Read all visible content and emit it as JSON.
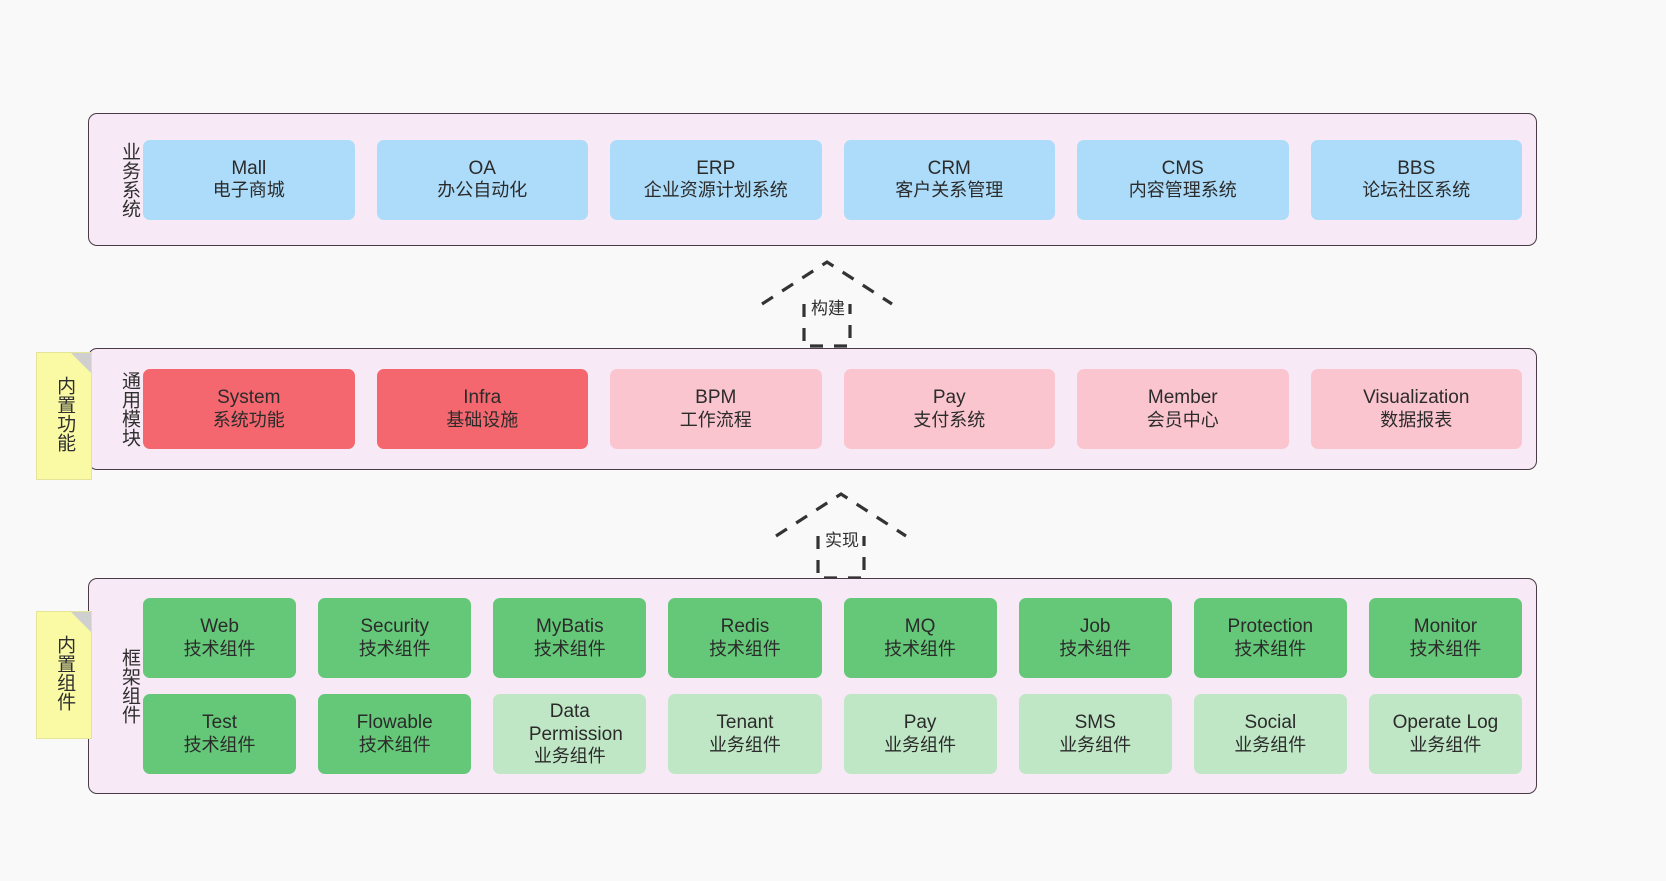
{
  "diagram": {
    "background": "#F9F9F9",
    "layer_bg": "#F7E9F5",
    "layer_border": "#4A3B46",
    "note_bg": "#FAFAA5",
    "colors": {
      "blue": "#ACDCF9",
      "red": "#F4676F",
      "pink": "#FBC5CF",
      "green": "#64C878",
      "light_green": "#BFE7C5"
    }
  },
  "layers": [
    {
      "id": "business-systems",
      "title": "业务系统",
      "note": null,
      "rows": [
        {
          "style": "blue",
          "cards": [
            {
              "name": "Mall",
              "desc": "电子商城"
            },
            {
              "name": "OA",
              "desc": "办公自动化"
            },
            {
              "name": "ERP",
              "desc": "企业资源计划系统"
            },
            {
              "name": "CRM",
              "desc": "客户关系管理"
            },
            {
              "name": "CMS",
              "desc": "内容管理系统"
            },
            {
              "name": "BBS",
              "desc": "论坛社区系统"
            }
          ]
        }
      ]
    },
    {
      "id": "common-modules",
      "title": "通用模块",
      "note": "内置功能",
      "rows": [
        {
          "style": "mixed",
          "cards": [
            {
              "name": "System",
              "desc": "系统功能",
              "style": "red"
            },
            {
              "name": "Infra",
              "desc": "基础设施",
              "style": "red"
            },
            {
              "name": "BPM",
              "desc": "工作流程",
              "style": "pink"
            },
            {
              "name": "Pay",
              "desc": "支付系统",
              "style": "pink"
            },
            {
              "name": "Member",
              "desc": "会员中心",
              "style": "pink"
            },
            {
              "name": "Visualization",
              "desc": "数据报表",
              "style": "pink"
            }
          ]
        }
      ]
    },
    {
      "id": "framework-components",
      "title": "框架组件",
      "note": "内置组件",
      "rows": [
        {
          "style": "green",
          "cards": [
            {
              "name": "Web",
              "desc": "技术组件"
            },
            {
              "name": "Security",
              "desc": "技术组件"
            },
            {
              "name": "MyBatis",
              "desc": "技术组件"
            },
            {
              "name": "Redis",
              "desc": "技术组件"
            },
            {
              "name": "MQ",
              "desc": "技术组件"
            },
            {
              "name": "Job",
              "desc": "技术组件"
            },
            {
              "name": "Protection",
              "desc": "技术组件"
            },
            {
              "name": "Monitor",
              "desc": "技术组件"
            }
          ]
        },
        {
          "style": "mixed",
          "cards": [
            {
              "name": "Test",
              "desc": "技术组件",
              "style": "green"
            },
            {
              "name": "Flowable",
              "desc": "技术组件",
              "style": "green"
            },
            {
              "name": "Data Permission",
              "desc": "业务组件",
              "style": "lgreen"
            },
            {
              "name": "Tenant",
              "desc": "业务组件",
              "style": "lgreen"
            },
            {
              "name": "Pay",
              "desc": "业务组件",
              "style": "lgreen"
            },
            {
              "name": "SMS",
              "desc": "业务组件",
              "style": "lgreen"
            },
            {
              "name": "Social",
              "desc": "业务组件",
              "style": "lgreen"
            },
            {
              "name": "Operate Log",
              "desc": "业务组件",
              "style": "lgreen"
            }
          ]
        }
      ]
    }
  ],
  "connectors": [
    {
      "id": "build",
      "label": "构建",
      "from": "common-modules",
      "to": "business-systems"
    },
    {
      "id": "implement",
      "label": "实现",
      "from": "framework-components",
      "to": "common-modules"
    }
  ]
}
